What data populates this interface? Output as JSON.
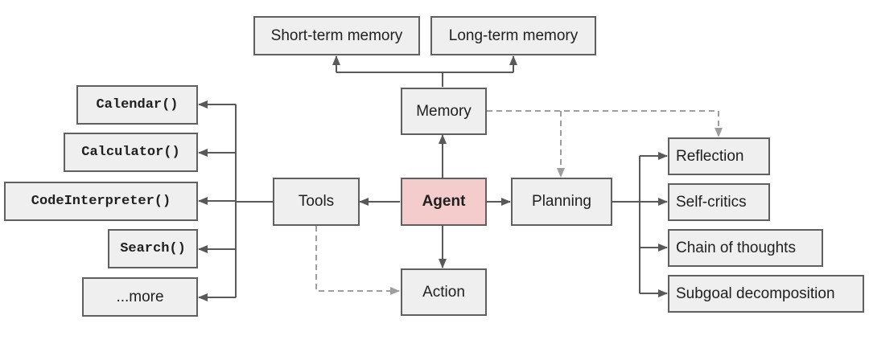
{
  "colors": {
    "node_fill": "#efefef",
    "node_border": "#5f5f5f",
    "agent_fill": "#f4cccc",
    "solid_edge": "#595959",
    "dashed_edge": "#9e9e9e"
  },
  "nodes": {
    "short_term_memory": "Short-term memory",
    "long_term_memory": "Long-term memory",
    "memory": "Memory",
    "agent": "Agent",
    "tools": "Tools",
    "planning": "Planning",
    "action": "Action",
    "calendar": "Calendar()",
    "calculator": "Calculator()",
    "code_interpreter": "CodeInterpreter()",
    "search": "Search()",
    "more": "...more",
    "reflection": "Reflection",
    "self_critics": "Self-critics",
    "chain_of_thoughts": "Chain of thoughts",
    "subgoal_decomposition": "Subgoal decomposition"
  }
}
